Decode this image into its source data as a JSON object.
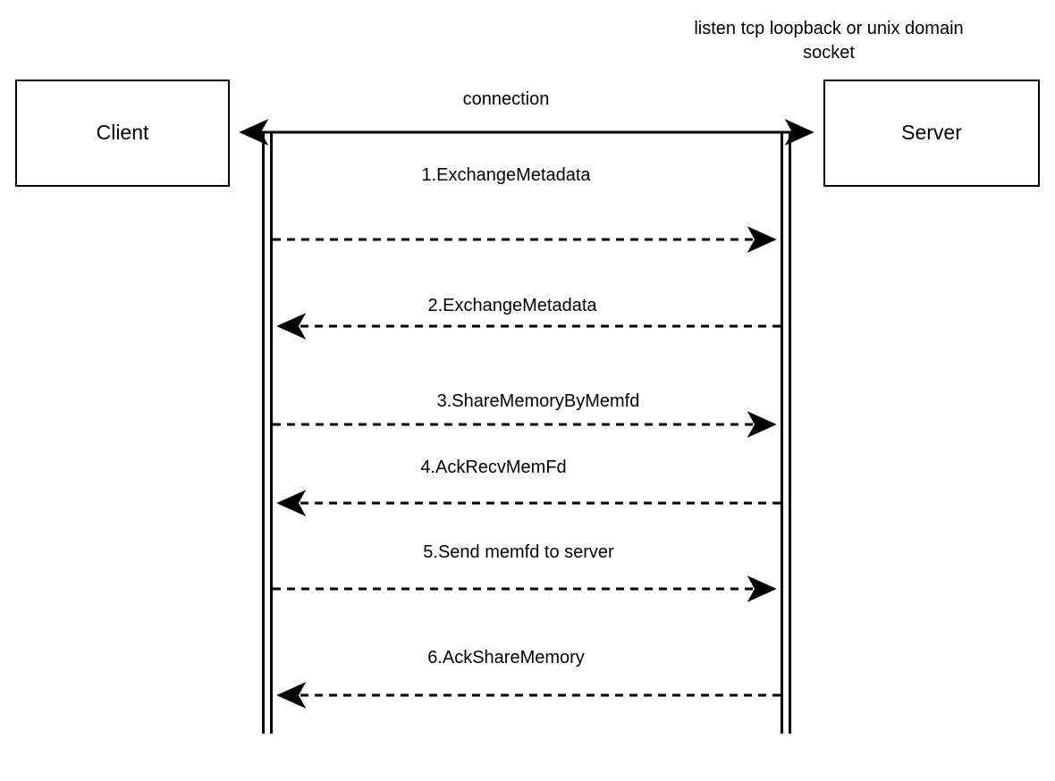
{
  "diagram": {
    "type": "sequence-diagram",
    "participants": [
      {
        "id": "client",
        "label": "Client"
      },
      {
        "id": "server",
        "label": "Server"
      }
    ],
    "notes": [
      {
        "id": "server-note",
        "text": "listen tcp loopback or unix domain socket"
      }
    ],
    "connection": {
      "label": "connection",
      "style": "solid",
      "direction": "bidirectional"
    },
    "messages": [
      {
        "seq": "1",
        "label": "1.ExchangeMetadata",
        "from": "client",
        "to": "server",
        "style": "dashed"
      },
      {
        "seq": "2",
        "label": "2.ExchangeMetadata",
        "from": "server",
        "to": "client",
        "style": "dashed"
      },
      {
        "seq": "3",
        "label": "3.ShareMemoryByMemfd",
        "from": "client",
        "to": "server",
        "style": "dashed"
      },
      {
        "seq": "4",
        "label": "4.AckRecvMemFd",
        "from": "server",
        "to": "client",
        "style": "dashed"
      },
      {
        "seq": "5",
        "label": "5.Send memfd to server",
        "from": "client",
        "to": "server",
        "style": "dashed"
      },
      {
        "seq": "6",
        "label": "6.AckShareMemory",
        "from": "server",
        "to": "client",
        "style": "dashed"
      }
    ],
    "colors": {
      "stroke": "#000000",
      "background": "#ffffff",
      "text": "#000000"
    }
  }
}
